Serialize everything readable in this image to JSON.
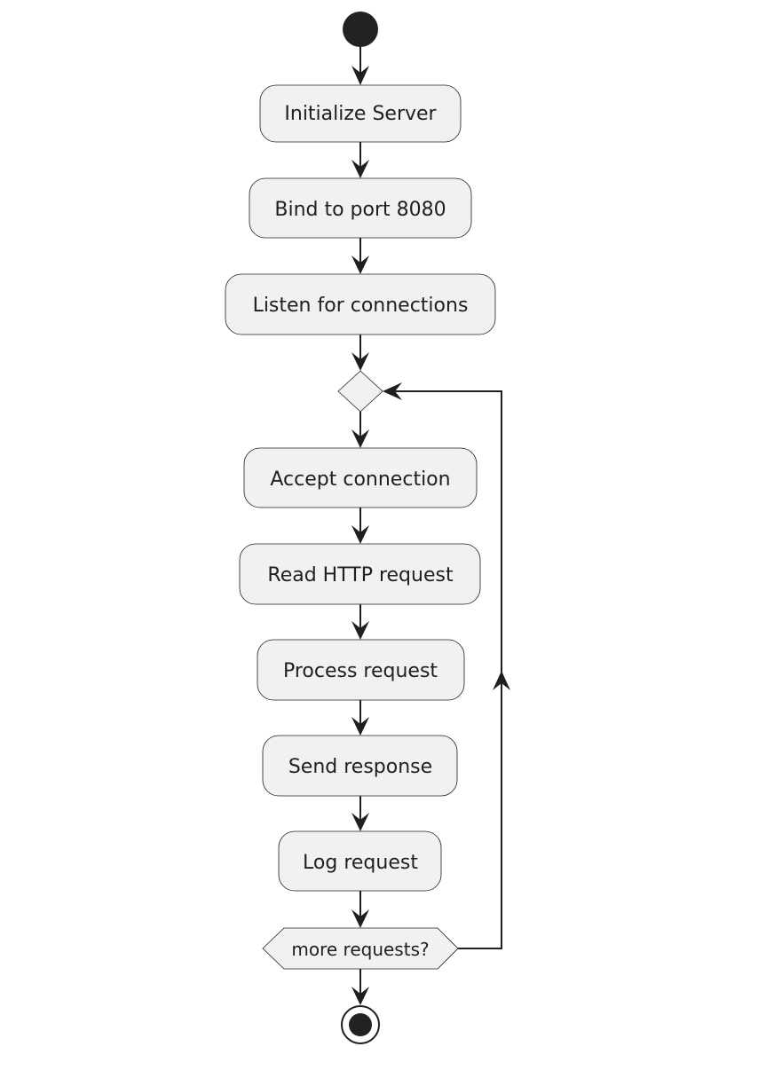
{
  "diagram": {
    "type": "activity",
    "start": "start",
    "end": "end",
    "actions": [
      "Initialize Server",
      "Bind to port 8080",
      "Listen for connections",
      "Accept connection",
      "Read HTTP request",
      "Process request",
      "Send response",
      "Log request"
    ],
    "loop_decision": "more requests?",
    "edges": [
      [
        "start",
        "Initialize Server"
      ],
      [
        "Initialize Server",
        "Bind to port 8080"
      ],
      [
        "Bind to port 8080",
        "Listen for connections"
      ],
      [
        "Listen for connections",
        "merge"
      ],
      [
        "merge",
        "Accept connection"
      ],
      [
        "Accept connection",
        "Read HTTP request"
      ],
      [
        "Read HTTP request",
        "Process request"
      ],
      [
        "Process request",
        "Send response"
      ],
      [
        "Send response",
        "Log request"
      ],
      [
        "Log request",
        "more requests?"
      ],
      [
        "more requests?",
        "merge"
      ],
      [
        "more requests?",
        "end"
      ]
    ]
  },
  "colors": {
    "node_fill": "#f1f1f1",
    "stroke": "#1f1f1f",
    "background": "#ffffff"
  }
}
